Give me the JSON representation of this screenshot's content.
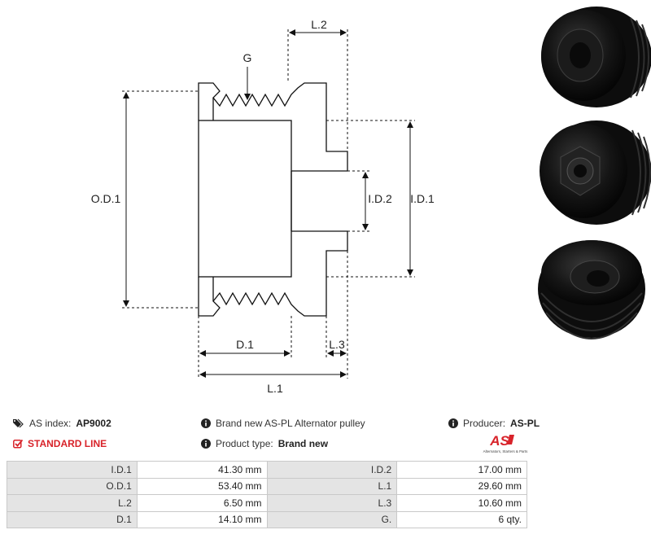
{
  "diagram": {
    "labels": {
      "G": "G",
      "L2": "L.2",
      "OD1": "O.D.1",
      "ID1": "I.D.1",
      "ID2": "I.D.2",
      "D1": "D.1",
      "L3": "L.3",
      "L1": "L.1"
    }
  },
  "info": {
    "as_index_label": "AS index:",
    "as_index_value": "AP9002",
    "standard_line": "STANDARD LINE",
    "description": "Brand new AS-PL Alternator pulley",
    "product_type_label": "Product type:",
    "product_type_value": "Brand new",
    "producer_label": "Producer:",
    "producer_value": "AS-PL"
  },
  "logo": {
    "mark": "AS",
    "tagline": "Alternators, Starters & Parts",
    "color": "#d8232a"
  },
  "specs": [
    {
      "k1": "I.D.1",
      "v1": "41.30 mm",
      "k2": "I.D.2",
      "v2": "17.00 mm"
    },
    {
      "k1": "O.D.1",
      "v1": "53.40 mm",
      "k2": "L.1",
      "v2": "29.60 mm"
    },
    {
      "k1": "L.2",
      "v1": "6.50 mm",
      "k2": "L.3",
      "v2": "10.60 mm"
    },
    {
      "k1": "D.1",
      "v1": "14.10 mm",
      "k2": "G.",
      "v2": "6 qty."
    }
  ]
}
